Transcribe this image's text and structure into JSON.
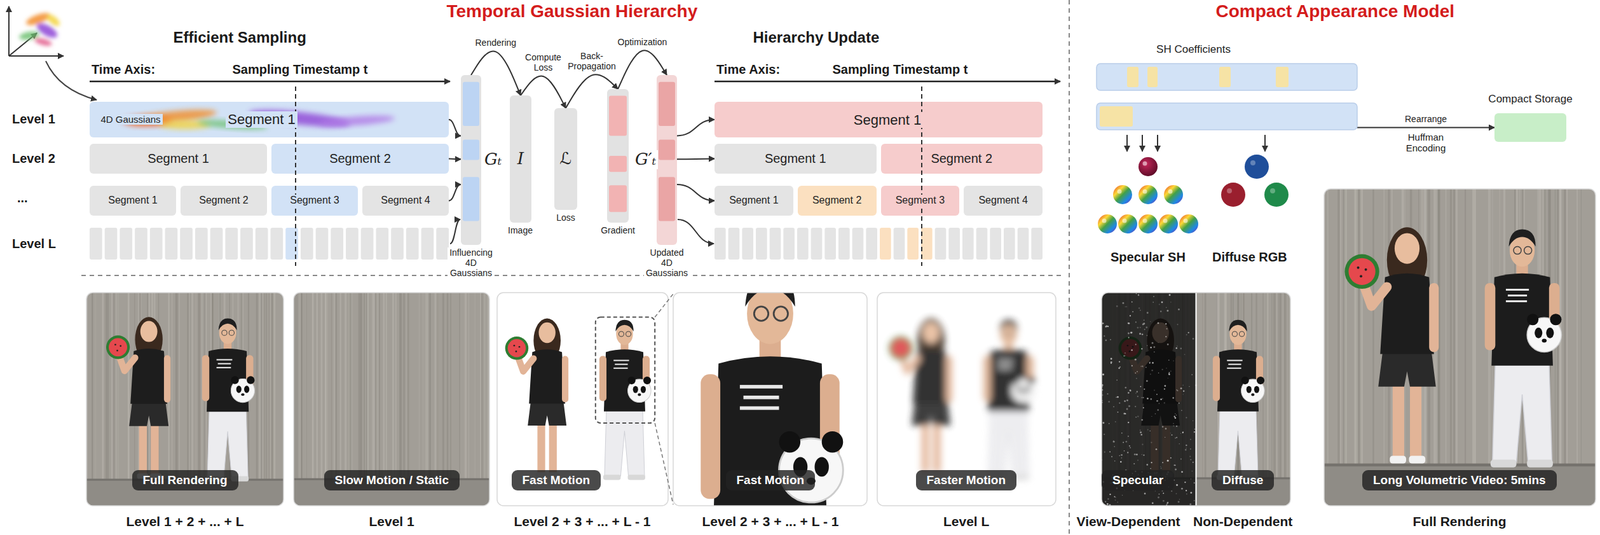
{
  "diagram": {
    "nodes": [
      {
        "text": [
          "4D Gaussians",
          "Segment 1"
        ]
      },
      {
        "text": [
          "Segment 1"
        ]
      },
      {
        "text": [
          "Segment 2"
        ]
      },
      {
        "text": [
          "Segment 1"
        ]
      },
      {
        "text": [
          "Segment 2"
        ]
      },
      {
        "text": [
          "Segment 3"
        ]
      },
      {
        "text": [
          "Segment 4"
        ]
      },
      {
        "text": [
          "Gₜ",
          "Influencing 4D Gaussians"
        ]
      },
      {
        "text": [
          "I",
          "Image"
        ]
      },
      {
        "text": [
          "ℒ",
          "Loss"
        ]
      },
      {
        "text": [
          "Gradient"
        ]
      },
      {
        "text": [
          "G′ₜ",
          "Updated 4D Gaussians"
        ]
      },
      {
        "text": [
          "Segment 1"
        ]
      },
      {
        "text": [
          "Segment 1"
        ]
      },
      {
        "text": [
          "Segment 2"
        ]
      },
      {
        "text": [
          "Segment 1"
        ]
      },
      {
        "text": [
          "Segment 2"
        ]
      },
      {
        "text": [
          "Segment 3"
        ]
      },
      {
        "text": [
          "Segment 4"
        ]
      },
      {
        "text": [
          "SH Coefficients"
        ]
      },
      {
        "text": [
          "Compact Storage"
        ]
      },
      {
        "text": [
          "Full Rendering"
        ]
      },
      {
        "text": [
          "Slow Motion / Static"
        ]
      },
      {
        "text": [
          "Fast Motion"
        ]
      },
      {
        "text": [
          "Fast Motion"
        ]
      },
      {
        "text": [
          "Faster Motion"
        ]
      },
      {
        "text": [
          "Specular"
        ]
      },
      {
        "text": [
          "Diffuse"
        ]
      },
      {
        "text": [
          "Long Volumetric Video: 5mins"
        ]
      }
    ],
    "edges": [
      {
        "from": 0,
        "to": 7,
        "arrow": "to"
      },
      {
        "from": 2,
        "to": 7,
        "arrow": "to"
      },
      {
        "from": 6,
        "to": 7,
        "arrow": "to"
      },
      {
        "from": 7,
        "to": 8,
        "arrow": "to",
        "label": "Rendering"
      },
      {
        "from": 8,
        "to": 9,
        "arrow": "to",
        "label": "Compute Loss"
      },
      {
        "from": 9,
        "to": 10,
        "arrow": "to",
        "label": "Back-Propagation"
      },
      {
        "from": 10,
        "to": 11,
        "arrow": "to",
        "label": "Optimization"
      },
      {
        "from": 11,
        "to": 12,
        "arrow": "to"
      },
      {
        "from": 11,
        "to": 13,
        "arrow": "to"
      },
      {
        "from": 11,
        "to": 15,
        "arrow": "to"
      },
      {
        "from": 19,
        "to": 20,
        "arrow": "to",
        "label": "Rearrange"
      }
    ],
    "labels": [
      "Temporal Gaussian Hierarchy",
      "Compact Appearance Model",
      "Efficient Sampling",
      "Time Axis:",
      "Sampling Timestamp t",
      "Level 1",
      "Level 2",
      "...",
      "Level L",
      "Hierarchy Update",
      "Time Axis:",
      "Sampling Timestamp t",
      "Huffman Encoding",
      "Specular SH",
      "Diffuse RGB",
      "Level 1 + 2 + ... + L",
      "Level 1",
      "Level 2 + 3 + ... + L - 1",
      "Level 2 + 3 + ... + L - 1",
      "Level L",
      "View-Dependent",
      "Non-Dependent",
      "Full Rendering"
    ]
  }
}
